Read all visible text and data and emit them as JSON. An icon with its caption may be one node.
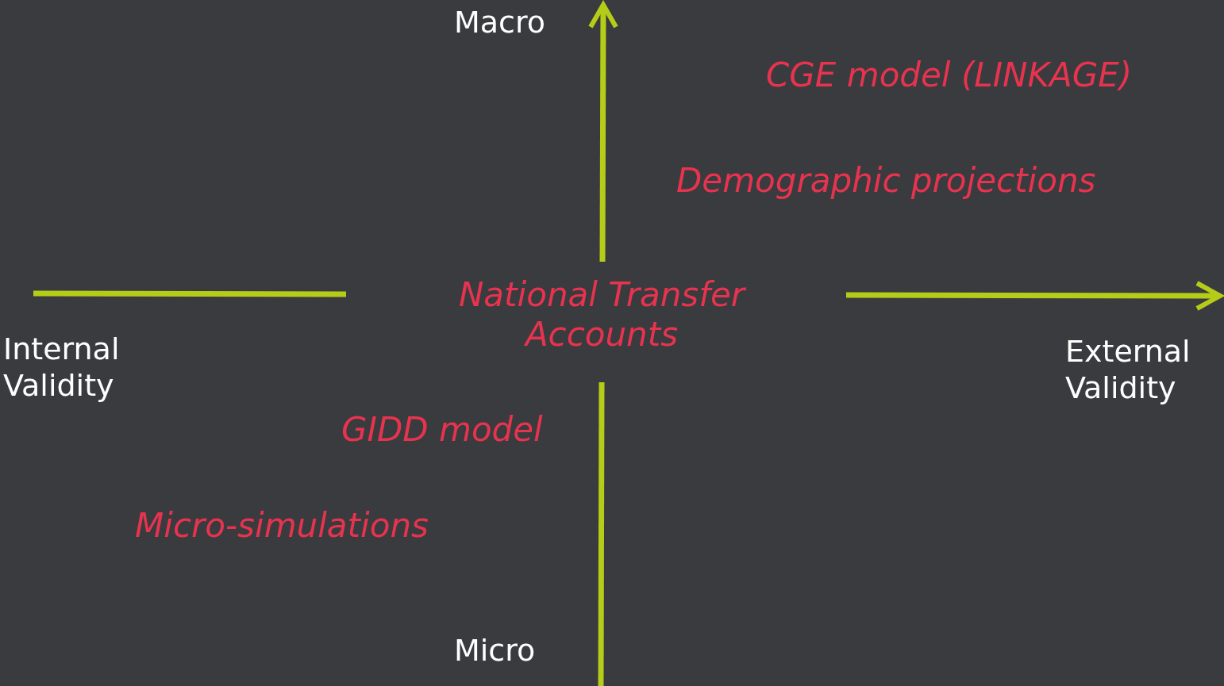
{
  "diagram": {
    "labels": [
      "Macro",
      "CGE model (LINKAGE)",
      "Demographic projections",
      "National Transfer Accounts",
      "Internal Validity",
      "External Validity",
      "GIDD model",
      "Micro-simulations",
      "Micro"
    ]
  }
}
